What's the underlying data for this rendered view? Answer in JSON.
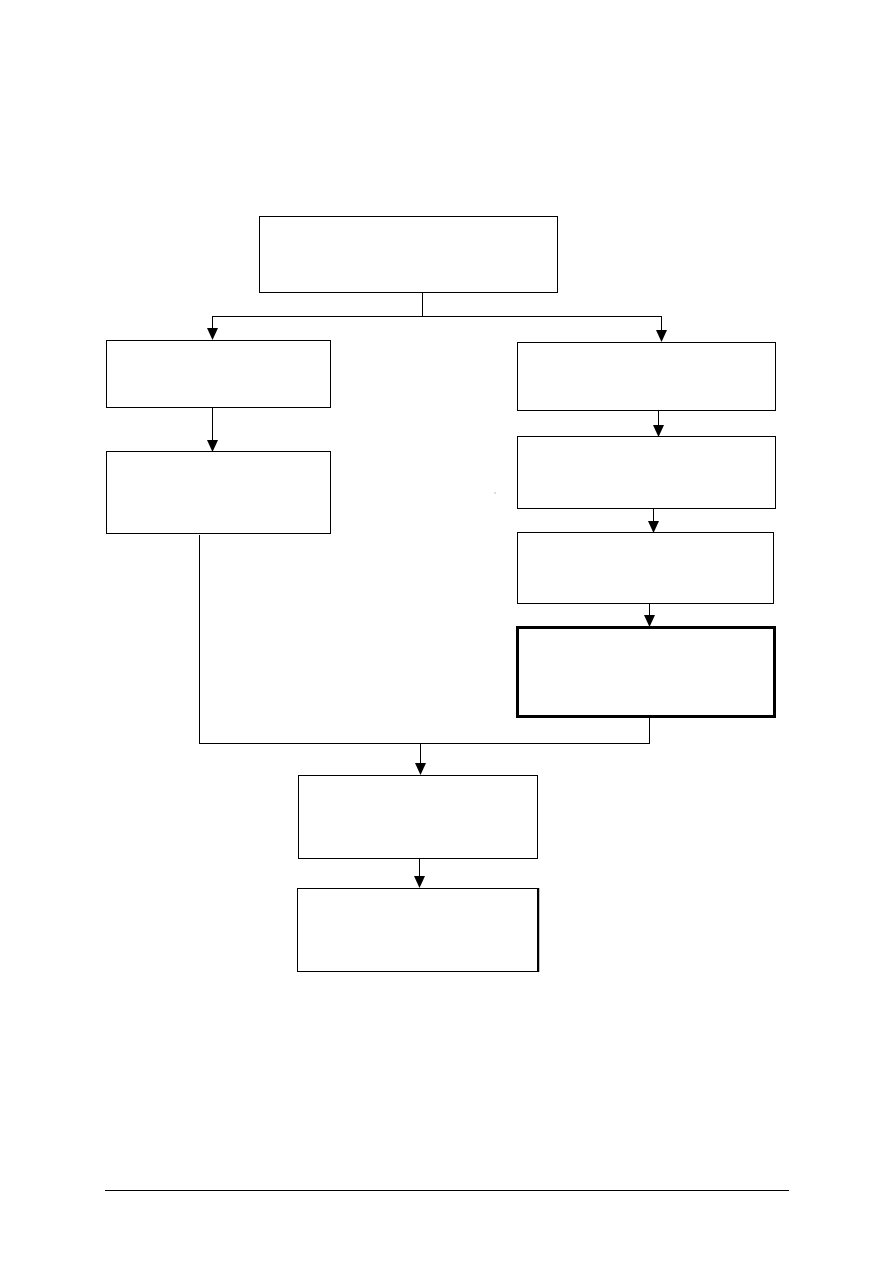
{
  "diagram": {
    "nodes": [
      {
        "id": "start",
        "text": ""
      },
      {
        "id": "left-step-1",
        "text": ""
      },
      {
        "id": "left-step-2",
        "text": ""
      },
      {
        "id": "right-step-1",
        "text": ""
      },
      {
        "id": "right-step-2",
        "text": ""
      },
      {
        "id": "right-step-3",
        "text": ""
      },
      {
        "id": "right-step-4",
        "text": "",
        "emphasis": "bold-border"
      },
      {
        "id": "merge-step-1",
        "text": ""
      },
      {
        "id": "merge-step-2",
        "text": ""
      }
    ],
    "edges": [
      {
        "from": "start",
        "to": "left-step-1"
      },
      {
        "from": "start",
        "to": "right-step-1"
      },
      {
        "from": "left-step-1",
        "to": "left-step-2"
      },
      {
        "from": "right-step-1",
        "to": "right-step-2"
      },
      {
        "from": "right-step-2",
        "to": "right-step-3"
      },
      {
        "from": "right-step-3",
        "to": "right-step-4"
      },
      {
        "from": "left-step-2",
        "to": "merge-step-1"
      },
      {
        "from": "right-step-4",
        "to": "merge-step-1"
      },
      {
        "from": "merge-step-1",
        "to": "merge-step-2"
      }
    ],
    "colors": {
      "stroke": "#000000",
      "fill": "#ffffff"
    }
  }
}
